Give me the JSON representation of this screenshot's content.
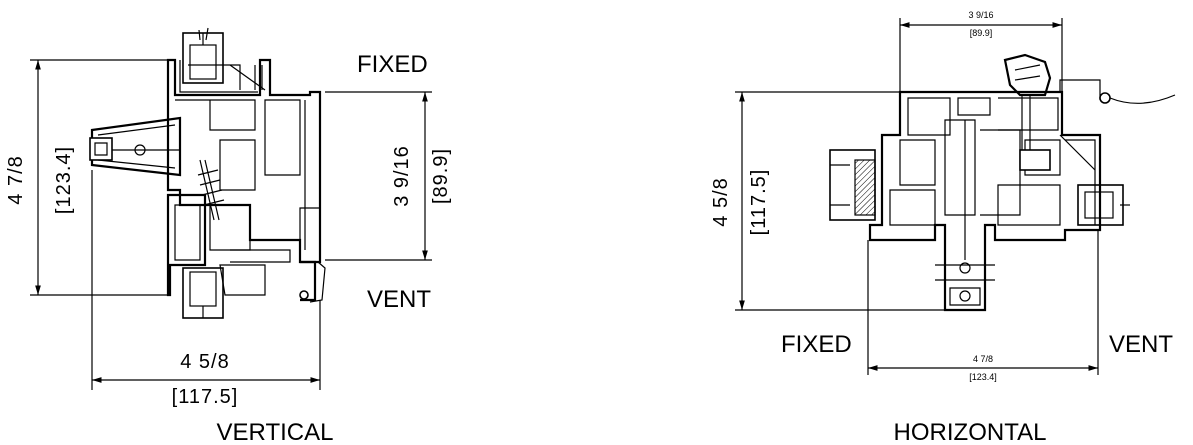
{
  "vertical": {
    "label_fixed": "FIXED",
    "label_vent": "VENT",
    "title": "VERTICAL",
    "dim_height_frac": "4 7/8",
    "dim_height_mm": "[123.4]",
    "dim_vent_frac": "3 9/16",
    "dim_vent_mm": "[89.9]",
    "dim_width_frac": "4 5/8",
    "dim_width_mm": "[117.5]"
  },
  "horizontal": {
    "label_fixed": "FIXED",
    "label_vent": "VENT",
    "title": "HORIZONTAL",
    "dim_top_frac": "3 9/16",
    "dim_top_mm": "[89.9]",
    "dim_height_frac": "4 5/8",
    "dim_height_mm": "[117.5]",
    "dim_bottom_frac": "4 7/8",
    "dim_bottom_mm": "[123.4]"
  }
}
